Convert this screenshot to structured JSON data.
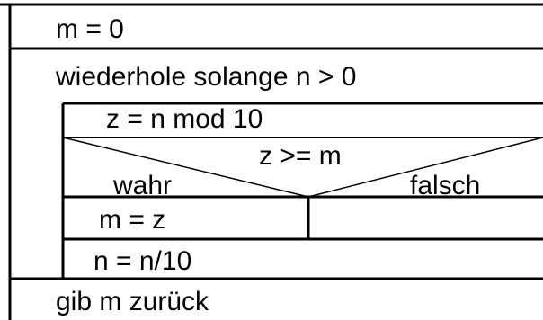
{
  "structogram": {
    "init": "m = 0",
    "loop": {
      "header": "wiederhole solange n > 0",
      "body": {
        "first_statement": "z = n mod 10",
        "decision": {
          "condition": "z >= m",
          "true_label": "wahr",
          "false_label": "falsch",
          "true_branch": "m = z",
          "false_branch": ""
        },
        "last_statement": "n = n/10"
      }
    },
    "final": "gib m zurück"
  },
  "colors": {
    "lines": "#000000",
    "text": "#000000",
    "background": "#ffffff"
  }
}
